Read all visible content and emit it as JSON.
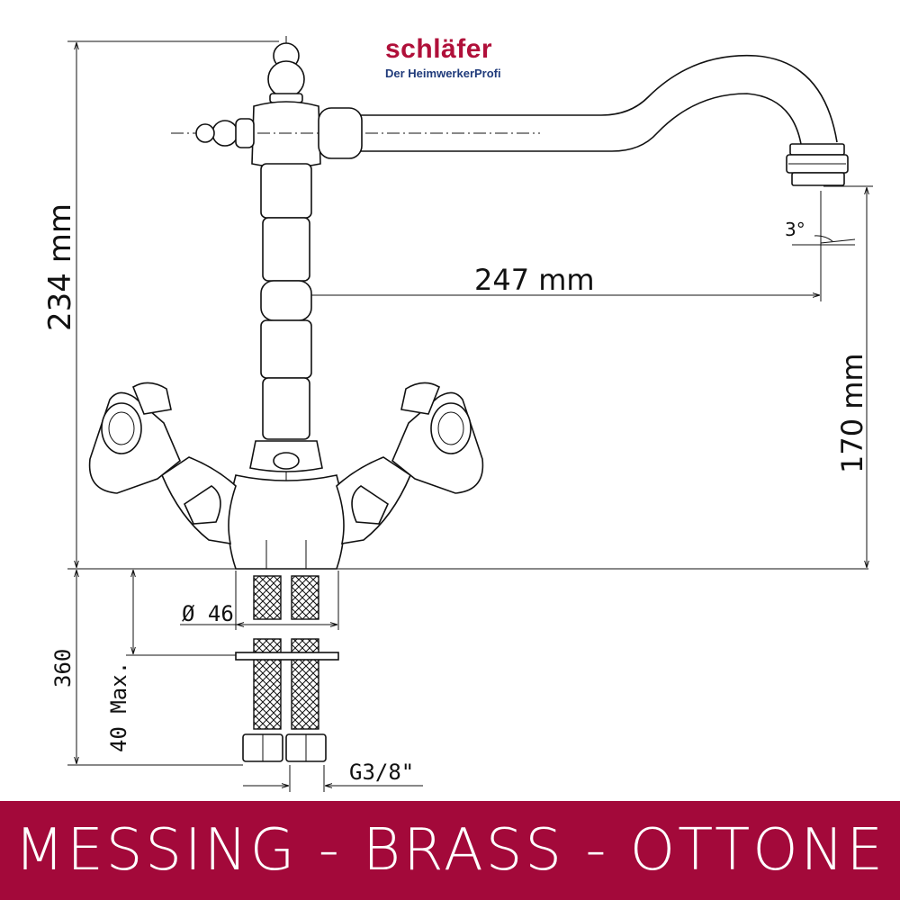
{
  "brand": {
    "name": "schläfer",
    "tagline": "Der HeimwerkerProfi",
    "name_color": "#b0103a",
    "tagline_color": "#1f3a7a"
  },
  "dimensions": {
    "total_height": "234 mm",
    "reach": "247 mm",
    "spout_height": "170 mm",
    "angle": "3°",
    "hole_diameter": "Ø 46",
    "hose_length": "360",
    "max_thickness": "40 Max.",
    "thread": "G3/8\""
  },
  "banner": {
    "text": "MESSING - BRASS - OTTONE",
    "background": "#a3093a",
    "color": "#ffffff"
  }
}
